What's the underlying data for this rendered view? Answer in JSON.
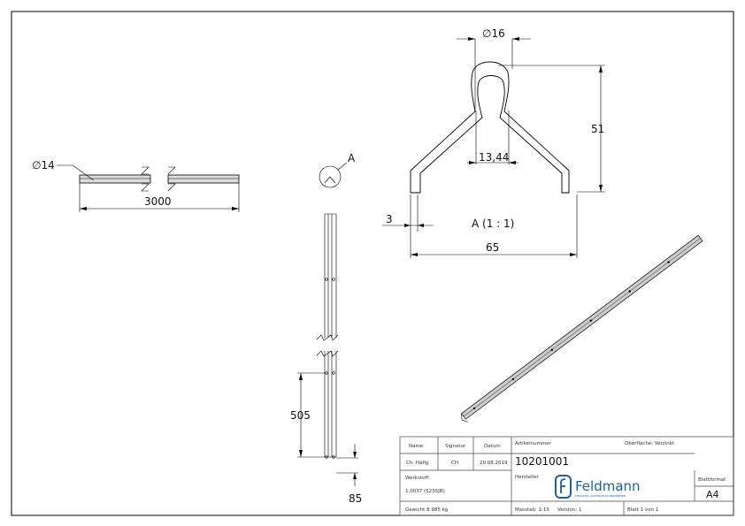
{
  "drawing": {
    "top_view": {
      "diameter": "∅14",
      "length": "3000"
    },
    "detail_marker": "A",
    "section": {
      "diameter": "∅16",
      "inner_width": "13,44",
      "height": "51",
      "thickness": "3",
      "width": "65",
      "label": "A (1 : 1)"
    },
    "side_view": {
      "spacing": "505",
      "end_offset": "85"
    }
  },
  "title_block": {
    "name_label": "Name",
    "signature_label": "Signatur",
    "date_label": "Datum",
    "name": "Ch. Häfig",
    "signature": "CH",
    "date": "20.08.2019",
    "article_label": "Artikelnummer",
    "article_number": "10201001",
    "surface": "Oberfläche:  Verzinkt",
    "material_label": "Werkstoff:",
    "material": "1.0037 (S235JR)",
    "manufacturer_label": "Hersteller",
    "logo_text": "Feldmann",
    "logo_tagline": "EDELSTAHL  ALUMINIUM  SCHMIEDEEISEN",
    "format_label": "Blattformat",
    "format": "A4",
    "weight": "Gewicht 8.985 kg",
    "scale": "Masstab: 1:15",
    "version": "Version: 1",
    "sheet": "Blatt 1 von 1",
    "brand_color": "#1f5fa0"
  }
}
